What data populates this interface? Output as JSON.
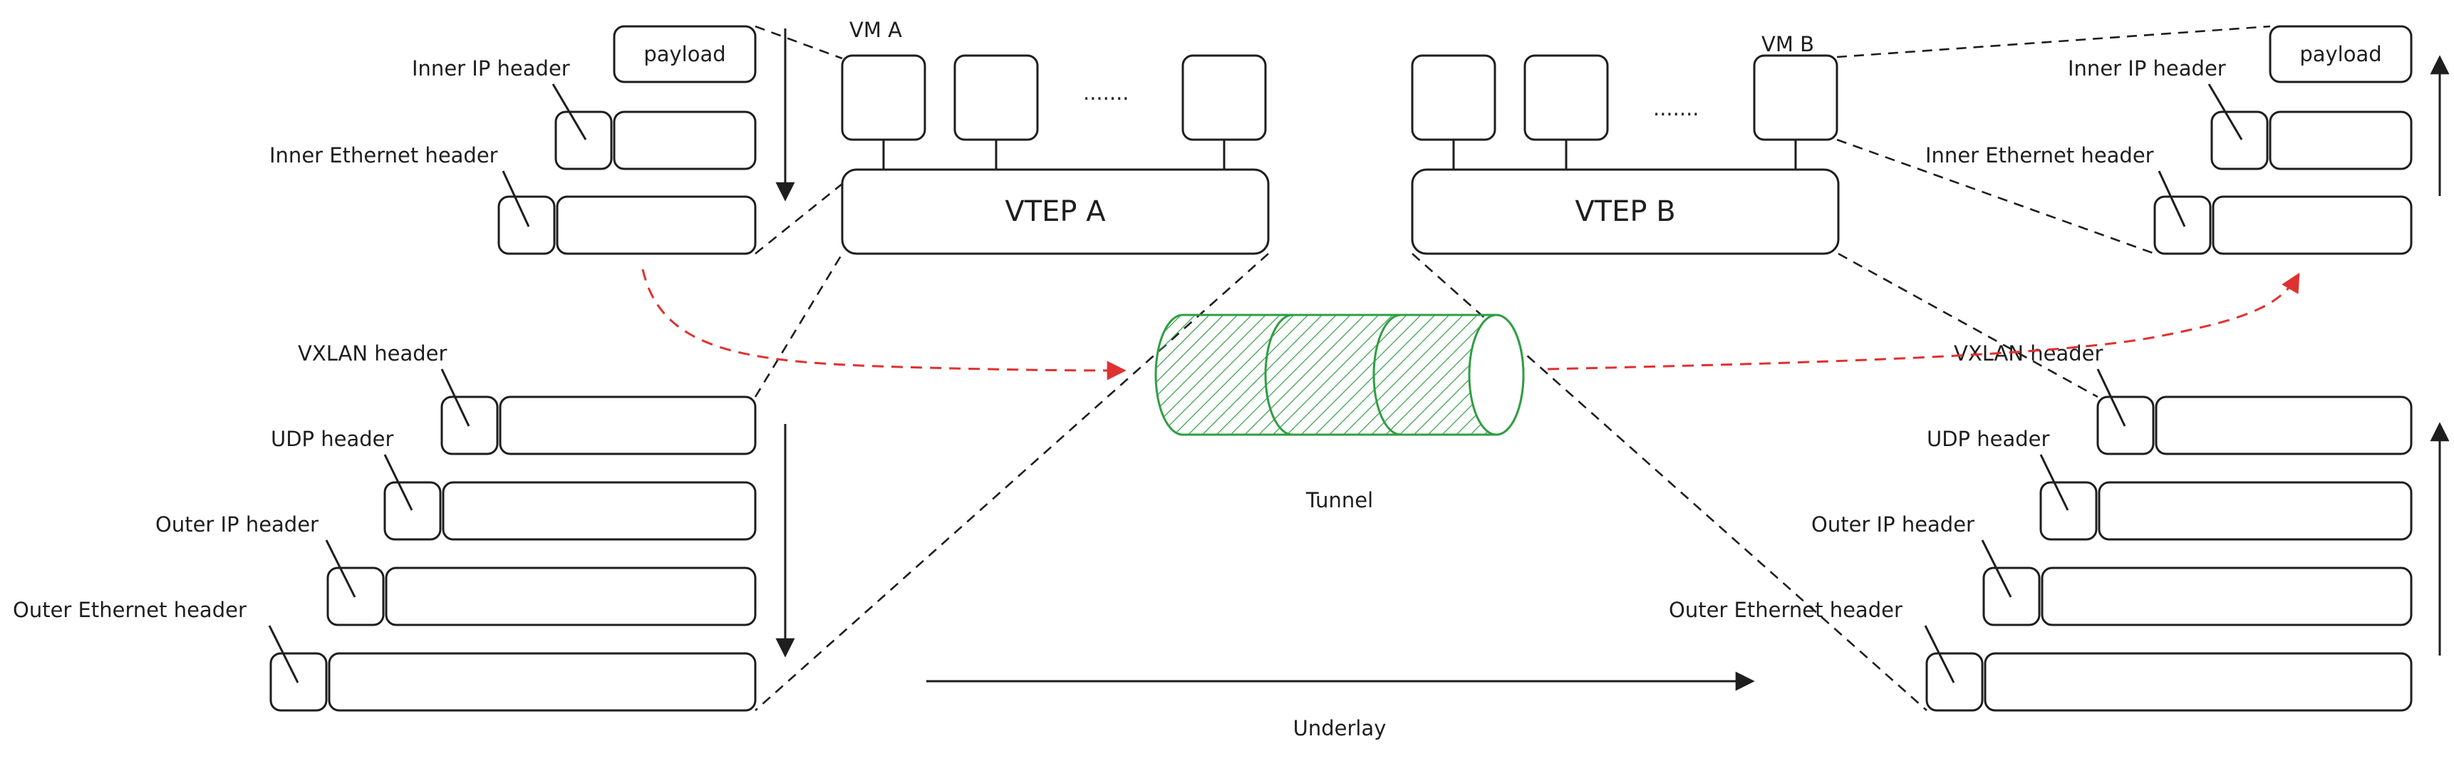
{
  "left": {
    "vm_title": "VM A",
    "vtep_label": "VTEP A",
    "dots": ".......",
    "payload_label": "payload",
    "inner_ip_label": "Inner IP header",
    "inner_eth_label": "Inner Ethernet header",
    "vxlan_label": "VXLAN header",
    "udp_label": "UDP header",
    "outer_ip_label": "Outer IP header",
    "outer_eth_label": "Outer Ethernet header"
  },
  "right": {
    "vm_title": "VM B",
    "vtep_label": "VTEP B",
    "dots": ".......",
    "payload_label": "payload",
    "inner_ip_label": "Inner IP header",
    "inner_eth_label": "Inner Ethernet header",
    "vxlan_label": "VXLAN header",
    "udp_label": "UDP header",
    "outer_ip_label": "Outer IP header",
    "outer_eth_label": "Outer Ethernet header"
  },
  "center": {
    "tunnel_label": "Tunnel",
    "underlay_label": "Underlay"
  },
  "colors": {
    "stroke": "#1e1e1e",
    "tunnel": "#2f9e44",
    "tunnel_fill": "#b2f2bb",
    "flow_arrow": "#e03131"
  }
}
